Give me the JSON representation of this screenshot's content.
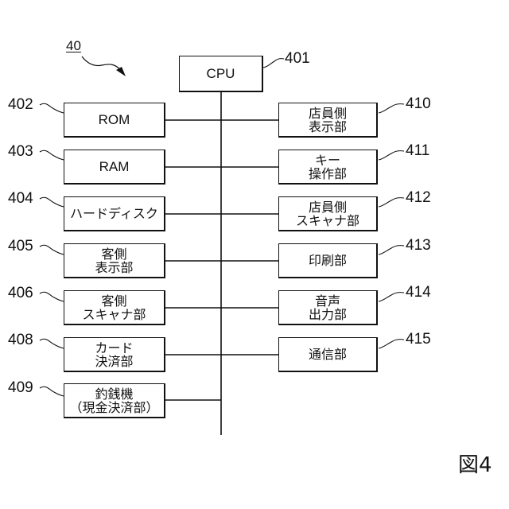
{
  "figure": {
    "id": "40",
    "label": "図4"
  },
  "cpu": {
    "ref": "401",
    "label": "CPU"
  },
  "left_blocks": [
    {
      "ref": "402",
      "lines": [
        "ROM"
      ]
    },
    {
      "ref": "403",
      "lines": [
        "RAM"
      ]
    },
    {
      "ref": "404",
      "lines": [
        "ハードディスク"
      ]
    },
    {
      "ref": "405",
      "lines": [
        "客側",
        "表示部"
      ]
    },
    {
      "ref": "406",
      "lines": [
        "客側",
        "スキャナ部"
      ]
    },
    {
      "ref": "408",
      "lines": [
        "カード",
        "決済部"
      ]
    },
    {
      "ref": "409",
      "lines": [
        "釣銭機",
        "（現金決済部）"
      ]
    }
  ],
  "right_blocks": [
    {
      "ref": "410",
      "lines": [
        "店員側",
        "表示部"
      ]
    },
    {
      "ref": "411",
      "lines": [
        "キー",
        "操作部"
      ]
    },
    {
      "ref": "412",
      "lines": [
        "店員側",
        "スキャナ部"
      ]
    },
    {
      "ref": "413",
      "lines": [
        "印刷部"
      ]
    },
    {
      "ref": "414",
      "lines": [
        "音声",
        "出力部"
      ]
    },
    {
      "ref": "415",
      "lines": [
        "通信部"
      ]
    }
  ]
}
